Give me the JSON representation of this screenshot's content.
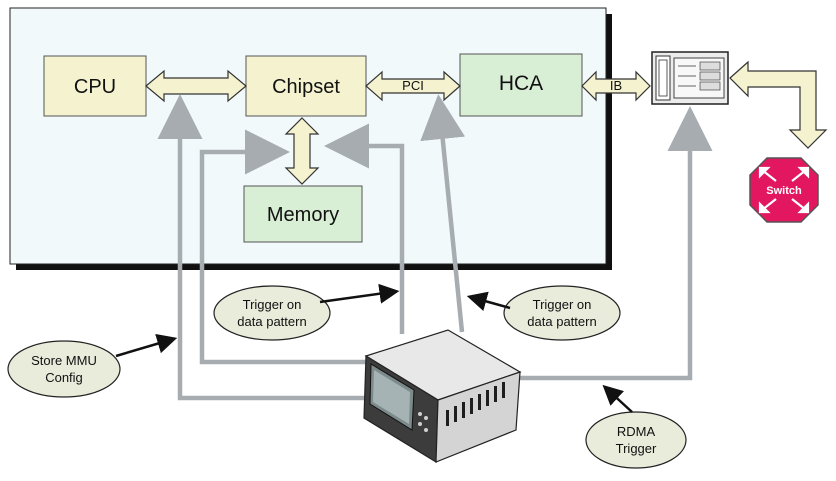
{
  "components": {
    "cpu": "CPU",
    "chipset": "Chipset",
    "hca": "HCA",
    "memory": "Memory"
  },
  "links": {
    "pci": "PCI",
    "ib": "IB"
  },
  "switch_label": "Switch",
  "callouts": {
    "trigger_left": [
      "Trigger on",
      "data pattern"
    ],
    "trigger_right": [
      "Trigger on",
      "data pattern"
    ],
    "store_mmu": [
      "Store MMU",
      "Config"
    ],
    "rdma": [
      "RDMA",
      "Trigger"
    ]
  },
  "colors": {
    "system_panel": "#f1f9fb",
    "cpu_box": "#f4f2cf",
    "green_box": "#d8eed5",
    "bus_arrow": "#f4f2cf",
    "probe_line": "#a7acb0",
    "switch": "#e2175f",
    "callout": "#e9ecdb"
  },
  "icons": [
    "target-switch-icon",
    "logic-analyzer-icon",
    "switch-icon"
  ]
}
